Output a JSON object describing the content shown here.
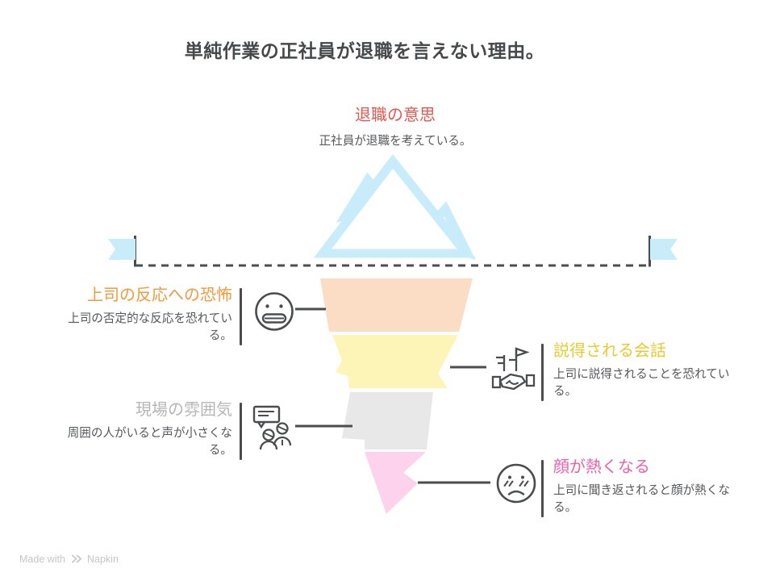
{
  "title": "単純作業の正社員が退職を言えない理由。",
  "top": {
    "heading": "退職の意思",
    "description": "正社員が退職を考えている。"
  },
  "levels": [
    {
      "side": "left",
      "heading": "上司の反応への恐怖",
      "description": "上司の否定的な反応を恐れている。",
      "icon": "grimacing-face-icon"
    },
    {
      "side": "right",
      "heading": "説得される会話",
      "description": "上司に説得されることを恐れている。",
      "icon": "handshake-flags-icon"
    },
    {
      "side": "left",
      "heading": "現場の雰囲気",
      "description": "周囲の人がいると声が小さくなる。",
      "icon": "people-speech-bubble-icon"
    },
    {
      "side": "right",
      "heading": "顔が熱くなる",
      "description": "上司に聞き返されると顔が熱くなる。",
      "icon": "flushed-face-icon"
    }
  ],
  "footer": {
    "made_with": "Made with",
    "brand": "Napkin"
  },
  "colors": {
    "title_text": "#46484a",
    "body_text": "#55575a",
    "line_dark": "#4a4c4e",
    "iceberg_blue": "#c9ecfa",
    "top_heading": "#e2574f",
    "level1_heading": "#ee9a3f",
    "level1_fill": "#fbdcc4",
    "level2_heading": "#e4cb32",
    "level2_fill": "#fdf5b8",
    "level3_heading": "#b5b5b7",
    "level3_fill": "#e8e8e9",
    "level4_heading": "#ee5fa8",
    "level4_fill": "#fcd2ec",
    "footer_text": "#c6c6c6"
  }
}
